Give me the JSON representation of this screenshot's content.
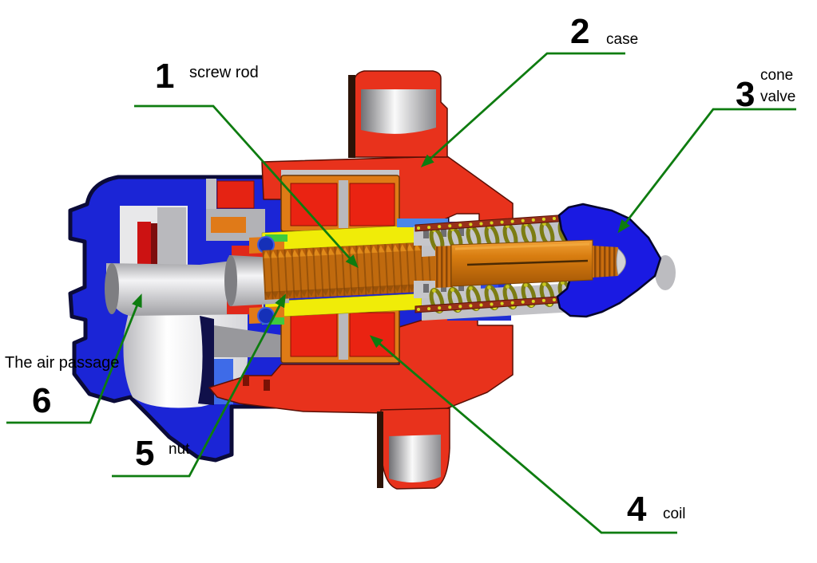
{
  "diagram": {
    "background": "#ffffff",
    "leader_color": "#0e7c10",
    "labels": [
      {
        "number": "1",
        "text": "screw rod"
      },
      {
        "number": "2",
        "text": "case"
      },
      {
        "number": "3",
        "text": "cone valve",
        "line1": "cone",
        "line2": "valve"
      },
      {
        "number": "4",
        "text": "coil"
      },
      {
        "number": "5",
        "text": "nut"
      },
      {
        "number": "6",
        "text": "The air passage"
      }
    ],
    "palette": {
      "case_red": "#e8321c",
      "housing_blue": "#1b25d6",
      "valve_blue": "#1a1ae2",
      "screw_orange": "#c8650d",
      "nut_yellow": "#f0ec08",
      "coil_frame_orange": "#df7b16",
      "coil_core_red": "#ea2312",
      "spring_olive": "#7c7c12",
      "metal_gray": "#c6c6ca",
      "label_text": "#000000"
    }
  }
}
